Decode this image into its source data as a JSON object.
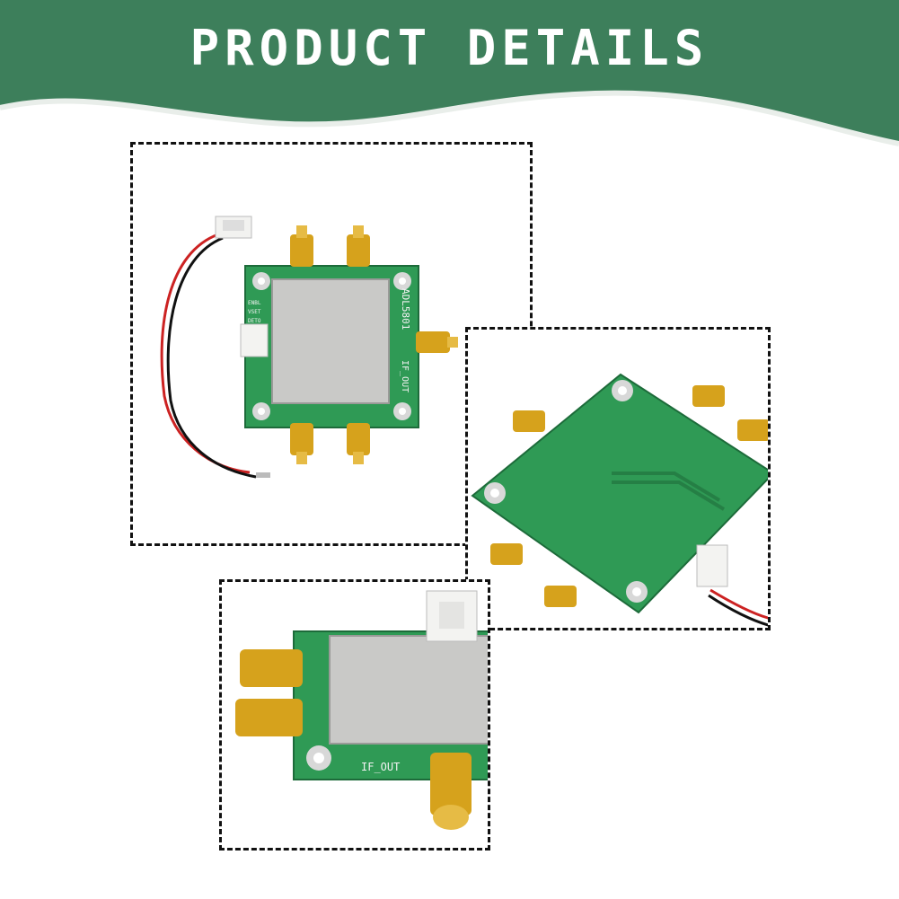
{
  "header": {
    "title": "PRODUCT DETAILS",
    "color": "#3d7f5b"
  },
  "photos": {
    "board_model": "ADL5801",
    "port_label": "IF_OUT",
    "pin_labels": [
      "ENBL",
      "VSET",
      "DETO"
    ]
  },
  "colors": {
    "pcb": "#2f9a55",
    "shield": "#c9c9c7",
    "gold": "#d6a21c",
    "frame": "#111111"
  }
}
